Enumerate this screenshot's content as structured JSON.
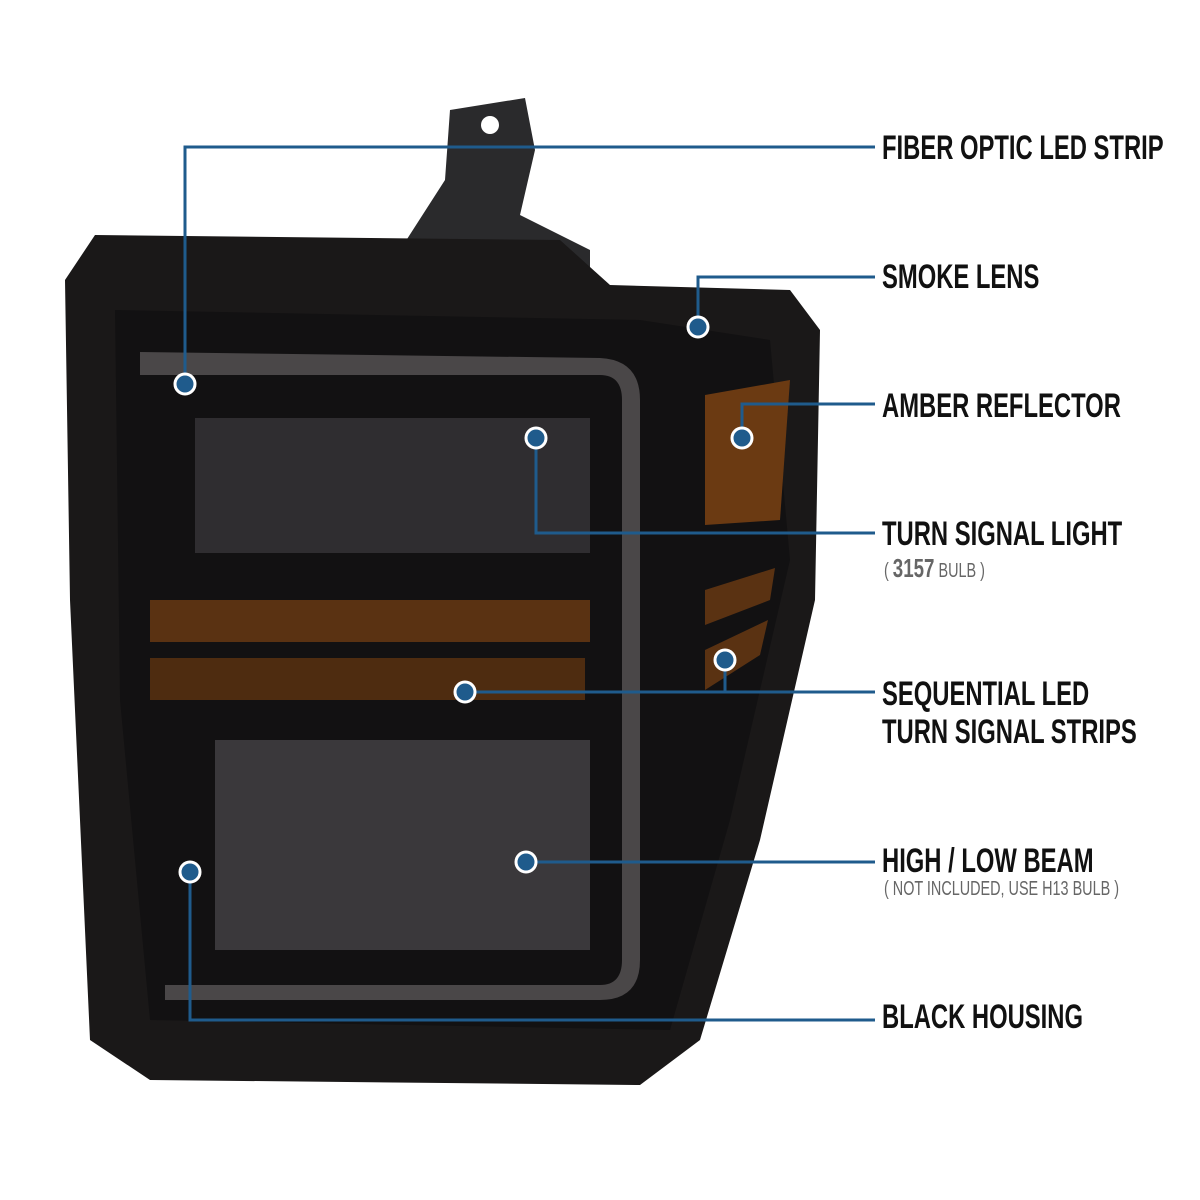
{
  "callouts": {
    "fiber_optic": {
      "label": "FIBER OPTIC LED STRIP"
    },
    "smoke_lens": {
      "label": "SMOKE LENS"
    },
    "amber_reflector": {
      "label": "AMBER REFLECTOR"
    },
    "turn_signal": {
      "label": "TURN SIGNAL LIGHT",
      "note_open": "(",
      "note_number": "3157",
      "note_text": "BULB )"
    },
    "sequential": {
      "label_line1": "SEQUENTIAL LED",
      "label_line2": "TURN SIGNAL STRIPS"
    },
    "high_low": {
      "label": "HIGH / LOW BEAM",
      "note": "( NOT INCLUDED, USE  H13  BULB )"
    },
    "housing": {
      "label": "BLACK HOUSING"
    }
  },
  "colors": {
    "leader": "#1f5b8c",
    "housing": "#1a1818",
    "amber": "#6b3a12"
  }
}
